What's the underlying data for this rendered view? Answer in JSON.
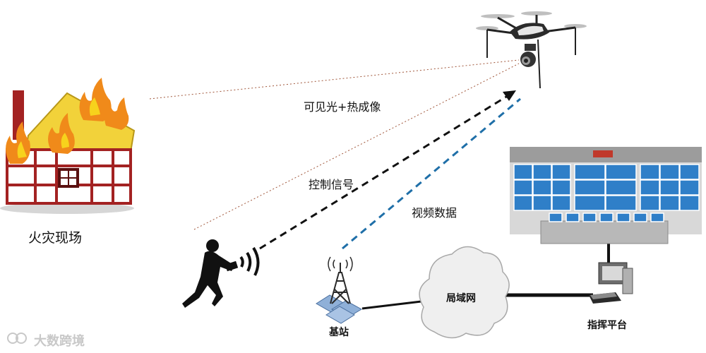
{
  "labels": {
    "fire_scene": "火灾现场",
    "visible_thermal": "可见光+热成像",
    "control_signal": "控制信号",
    "video_data": "视频数据",
    "base_station": "基站",
    "lan": "局域网",
    "command_platform": "指挥平台",
    "watermark": "大数跨境"
  },
  "colors": {
    "fire_orange": "#f08a1a",
    "fire_yellow": "#f7d21c",
    "house_red": "#a32222",
    "roof_yellow": "#f2d23a",
    "video_link_blue": "#1f6fa8",
    "control_link_black": "#111111",
    "sight_line_brown": "#a0563a",
    "screen_blue": "#2f7fc8"
  },
  "icons": {
    "drone": "drone-icon",
    "house": "burning-house-icon",
    "operator": "operator-silhouette-icon",
    "signal": "signal-waves-icon",
    "tower": "radio-tower-icon",
    "cloud": "cloud-icon",
    "video_wall": "video-wall-icon",
    "computer": "computer-icon"
  }
}
